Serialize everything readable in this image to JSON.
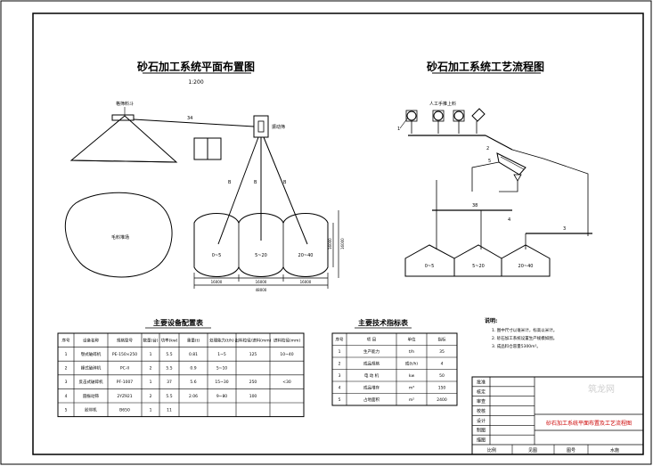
{
  "left_title": "砂石加工系统平面布置图",
  "scale": "1:200",
  "right_title": "砂石加工系统工艺流程图",
  "plan": {
    "feed_label": "格筛料斗",
    "screen_label": "振动筛",
    "belt_label_top": "34",
    "belt_label_mid": "B",
    "stockpile_label": "毛料堆场",
    "bins": [
      "0~5",
      "5~20",
      "20~40"
    ],
    "bin_dim": "16000",
    "dim_each": "16000",
    "dim_total": "48000"
  },
  "flow": {
    "manual_feed": "人工手推上料",
    "node_1": "1",
    "node_2": "2",
    "node_5": "5",
    "node_3": "3",
    "node_4": "4",
    "conveyor_label": "38",
    "bins": [
      "0~5",
      "5~20",
      "20~40"
    ]
  },
  "equipment_table": {
    "title": "主要设备配置表",
    "headers": [
      "序号",
      "设备名称",
      "规格型号",
      "数量(台)",
      "功率(kw)",
      "重量(t)",
      "处理能力(t/h)",
      "出料粒径/进料(mm)",
      "进料粒径(mm)"
    ],
    "rows": [
      [
        "1",
        "颚式破碎机",
        "PE-150×250",
        "1",
        "5.5",
        "0.81",
        "1~5",
        "125",
        "10~40"
      ],
      [
        "2",
        "锤式破碎机",
        "PC-II",
        "2",
        "5.5",
        "0.9",
        "5~10",
        "",
        ""
      ],
      [
        "3",
        "反击式破碎机",
        "PF-1007",
        "1",
        "37",
        "5.6",
        "15~30",
        "250",
        "<30"
      ],
      [
        "4",
        "圆振动筛",
        "2YZ921",
        "2",
        "5.5",
        "2.06",
        "9~80",
        "100",
        ""
      ],
      [
        "5",
        "胶带机",
        "B650",
        "1",
        "11",
        "",
        "",
        "",
        ""
      ]
    ]
  },
  "tech_table": {
    "title": "主要技术指标表",
    "headers": [
      "序号",
      "项 目",
      "单位",
      "指标"
    ],
    "rows": [
      [
        "1",
        "生产能力",
        "t/h",
        "35"
      ],
      [
        "2",
        "成品规格",
        "成(t/h)",
        "4"
      ],
      [
        "3",
        "电 动 机",
        "kw",
        "50"
      ],
      [
        "4",
        "成品堆存",
        "m³",
        "150"
      ],
      [
        "5",
        "占地面积",
        "m²",
        "2400"
      ]
    ]
  },
  "notes": {
    "title": "说明:",
    "lines": [
      "1. 图中尺寸以毫米计，标高以米计。",
      "2. 砂石加工系统设置生产规模如图。",
      "3. 成品料仓容量5300m³。"
    ]
  },
  "title_block": {
    "rows": [
      "批准",
      "核定",
      "审查",
      "校核",
      "设计",
      "制图",
      "描图"
    ],
    "drawing_title": "砂石加工系统平面布置及工艺流程图",
    "footer": [
      "比例",
      "见图",
      "图号",
      "水施"
    ],
    "watermark": "筑龙网"
  }
}
